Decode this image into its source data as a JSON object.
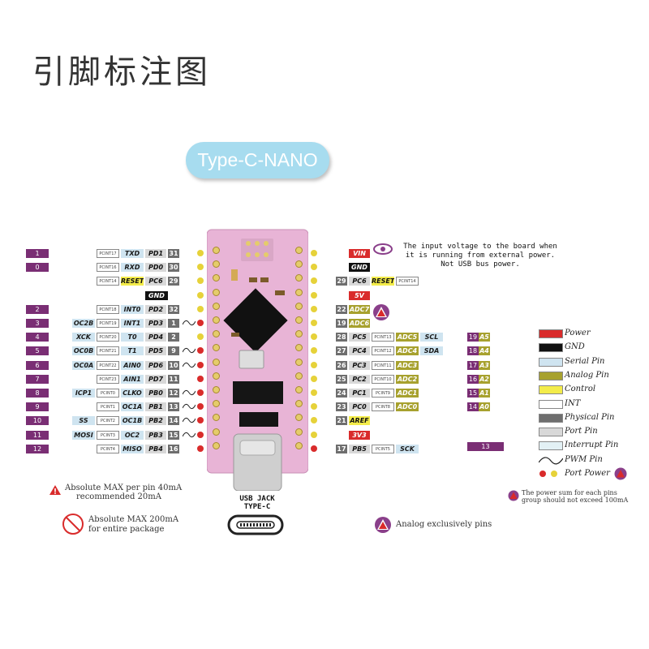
{
  "title": "引脚标注图",
  "board_name": "Type-C-NANO",
  "vin_note": [
    "The input voltage to the board when",
    "it is running from external power.",
    "Not USB bus power."
  ],
  "usb_label": [
    "USB JACK",
    "TYPE-C"
  ],
  "notes": {
    "max_per_pin": [
      "Absolute MAX per pin 40mA",
      "recommended 20mA"
    ],
    "max_package": [
      "Absolute MAX 200mA",
      "for entire package"
    ],
    "analog_pins": "Analog exclusively pins",
    "power_sum": [
      "The power sum for each pins",
      "group should not exceed 100mA"
    ]
  },
  "left_rows": [
    {
      "num": "1",
      "serial": "",
      "int": "PCINT17",
      "func": "TXD",
      "port": "PD1",
      "phys": "31",
      "dot": "yellow"
    },
    {
      "num": "0",
      "serial": "",
      "int": "PCINT16",
      "func": "RXD",
      "port": "PD0",
      "phys": "30",
      "dot": "yellow"
    },
    {
      "num": "",
      "serial": "",
      "int": "PCINT14",
      "func": "RESET",
      "port": "PC6",
      "phys": "29",
      "dot": "yellow"
    },
    {
      "num": "",
      "serial": "",
      "int": "",
      "func": "",
      "port": "GND",
      "phys": "",
      "dot": "yellow"
    },
    {
      "num": "2",
      "serial": "",
      "int": "PCINT18",
      "func": "INT0",
      "port": "PD2",
      "phys": "32",
      "dot": "yellow"
    },
    {
      "num": "3",
      "serial": "OC2B",
      "int": "PCINT19",
      "func": "INT1",
      "port": "PD3",
      "phys": "1",
      "dot": "red"
    },
    {
      "num": "4",
      "serial": "XCK",
      "int": "PCINT20",
      "func": "T0",
      "port": "PD4",
      "phys": "2",
      "dot": "yellow"
    },
    {
      "num": "5",
      "serial": "OC0B",
      "int": "PCINT21",
      "func": "T1",
      "port": "PD5",
      "phys": "9",
      "dot": "red"
    },
    {
      "num": "6",
      "serial": "OC0A",
      "int": "PCINT22",
      "func": "AIN0",
      "port": "PD6",
      "phys": "10",
      "dot": "red"
    },
    {
      "num": "7",
      "serial": "",
      "int": "PCINT23",
      "func": "AIN1",
      "port": "PD7",
      "phys": "11",
      "dot": "red"
    },
    {
      "num": "8",
      "serial": "ICP1",
      "int": "PCINT0",
      "func": "CLKO",
      "port": "PB0",
      "phys": "12",
      "dot": "red"
    },
    {
      "num": "9",
      "serial": "",
      "int": "PCINT1",
      "func": "OC1A",
      "port": "PB1",
      "phys": "13",
      "dot": "red"
    },
    {
      "num": "10",
      "serial": "SS",
      "int": "PCINT2",
      "func": "OC1B",
      "port": "PB2",
      "phys": "14",
      "dot": "red"
    },
    {
      "num": "11",
      "serial": "MOSI",
      "int": "PCINT3",
      "func": "OC2",
      "port": "PB3",
      "phys": "15",
      "dot": "red"
    },
    {
      "num": "12",
      "serial": "",
      "int": "PCINT4",
      "func": "MISO",
      "port": "PB4",
      "phys": "16",
      "dot": "red"
    }
  ],
  "right_rows": [
    {
      "phys": "",
      "port": "VIN",
      "func": "",
      "int": "",
      "adc": "",
      "serial": "",
      "dot": "yellow"
    },
    {
      "phys": "",
      "port": "GND",
      "func": "",
      "int": "",
      "adc": "",
      "serial": "",
      "dot": "yellow"
    },
    {
      "phys": "29",
      "port": "PC6",
      "func": "RESET",
      "int": "PCINT14",
      "adc": "",
      "serial": "",
      "dot": "yellow"
    },
    {
      "phys": "",
      "port": "5V",
      "func": "",
      "int": "",
      "adc": "",
      "serial": "",
      "dot": "yellow"
    },
    {
      "phys": "22",
      "port": "ADC7",
      "func": "",
      "int": "",
      "adc": "",
      "serial": "",
      "dot": "yellow"
    },
    {
      "phys": "19",
      "port": "ADC6",
      "func": "",
      "int": "",
      "adc": "",
      "serial": "",
      "dot": "yellow"
    },
    {
      "phys": "28",
      "port": "PC5",
      "func": "",
      "int": "PCINT13",
      "adc": "ADC5",
      "serial": "SCL",
      "dot": "yellow"
    },
    {
      "phys": "27",
      "port": "PC4",
      "func": "",
      "int": "PCINT12",
      "adc": "ADC4",
      "serial": "SDA",
      "dot": "yellow"
    },
    {
      "phys": "26",
      "port": "PC3",
      "func": "",
      "int": "PCINT11",
      "adc": "ADC3",
      "serial": "",
      "dot": "yellow"
    },
    {
      "phys": "25",
      "port": "PC2",
      "func": "",
      "int": "PCINT10",
      "adc": "ADC2",
      "serial": "",
      "dot": "yellow"
    },
    {
      "phys": "24",
      "port": "PC1",
      "func": "",
      "int": "PCINT9",
      "adc": "ADC1",
      "serial": "",
      "dot": "yellow"
    },
    {
      "phys": "23",
      "port": "PC0",
      "func": "",
      "int": "PCINT8",
      "adc": "ADC0",
      "serial": "",
      "dot": "yellow"
    },
    {
      "phys": "21",
      "port": "AREF",
      "func": "",
      "int": "",
      "adc": "",
      "serial": "",
      "dot": "yellow"
    },
    {
      "phys": "",
      "port": "3V3",
      "func": "",
      "int": "",
      "adc": "",
      "serial": "",
      "dot": "yellow"
    },
    {
      "phys": "17",
      "port": "PB5",
      "func": "",
      "int": "PCINT5",
      "adc": "",
      "serial": "SCK",
      "dot": "red"
    }
  ],
  "analog_nums": [
    {
      "num": "19",
      "a": "A5"
    },
    {
      "num": "18",
      "a": "A4"
    },
    {
      "num": "17",
      "a": "A3"
    },
    {
      "num": "16",
      "a": "A2"
    },
    {
      "num": "15",
      "a": "A1"
    },
    {
      "num": "14",
      "a": "A0"
    }
  ],
  "sck_num": "13",
  "legend": [
    {
      "label": "Power",
      "color": "#d92b2b"
    },
    {
      "label": "GND",
      "color": "#111111"
    },
    {
      "label": "Serial Pin",
      "color": "#cfe4f0"
    },
    {
      "label": "Analog Pin",
      "color": "#a7a12e"
    },
    {
      "label": "Control",
      "color": "#f3ec4a"
    },
    {
      "label": "INT",
      "color": "#ffffff"
    },
    {
      "label": "Physical Pin",
      "color": "#6e6e6e"
    },
    {
      "label": "Port Pin",
      "color": "#d8d8d8"
    },
    {
      "label": "Interrupt Pin",
      "color": "#e3f1f5"
    },
    {
      "label": "PWM Pin",
      "color": ""
    },
    {
      "label": "Port Power",
      "color": ""
    }
  ],
  "colors": {
    "board": "#e8b4d6",
    "badge": "#a7dcef",
    "digital_num": "#7a2e74",
    "warning": "#d92b2b",
    "analog_icon": "#8a3f8a"
  }
}
